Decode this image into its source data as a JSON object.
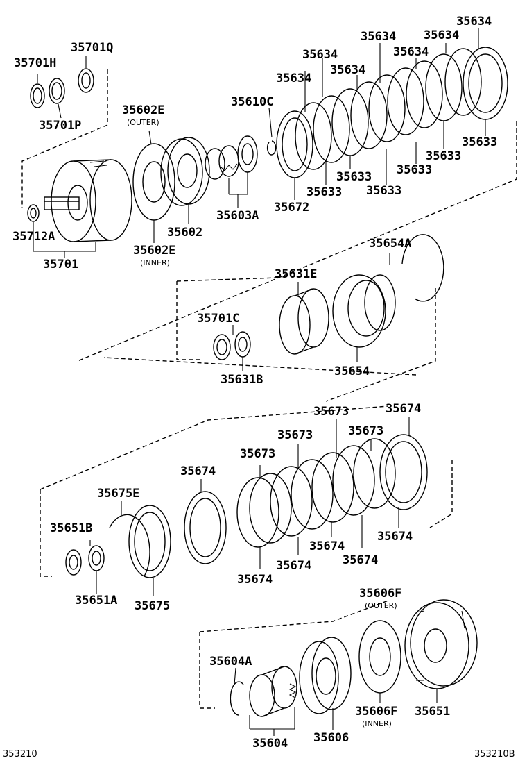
{
  "diagram": {
    "labels": {
      "p35701H": "35701H",
      "p35701Q": "35701Q",
      "p35701P": "35701P",
      "p35602E_outer": "35602E",
      "p35602E_outer_note": "(OUTER)",
      "p35610C": "35610C",
      "p35634_a": "35634",
      "p35634_b": "35634",
      "p35634_c": "35634",
      "p35634_d": "35634",
      "p35634_e": "35634",
      "p35634_f": "35634",
      "p35634_g": "35634",
      "p35712A": "35712A",
      "p35701": "35701",
      "p35602": "35602",
      "p35602E_inner": "35602E",
      "p35602E_inner_note": "(INNER)",
      "p35603A": "35603A",
      "p35672": "35672",
      "p35633_a": "35633",
      "p35633_b": "35633",
      "p35633_c": "35633",
      "p35633_d": "35633",
      "p35633_e": "35633",
      "p35633_f": "35633",
      "p35654A": "35654A",
      "p35631E": "35631E",
      "p35701C": "35701C",
      "p35631B": "35631B",
      "p35654": "35654",
      "p35673_a": "35673",
      "p35673_b": "35673",
      "p35673_c": "35673",
      "p35673_d": "35673",
      "p35674_top": "35674",
      "p35674_left": "35674",
      "p35675E": "35675E",
      "p35651B": "35651B",
      "p35651A": "35651A",
      "p35675": "35675",
      "p35674_b1": "35674",
      "p35674_b2": "35674",
      "p35674_b3": "35674",
      "p35674_b4": "35674",
      "p35674_b5": "35674",
      "p35606F_outer": "35606F",
      "p35606F_outer_note": "(OUTER)",
      "p35604A": "35604A",
      "p35606F_inner": "35606F",
      "p35606F_inner_note": "(INNER)",
      "p35651": "35651",
      "p35604": "35604",
      "p35606": "35606"
    },
    "footer": {
      "left_code": "353210",
      "right_code": "353210B"
    }
  }
}
